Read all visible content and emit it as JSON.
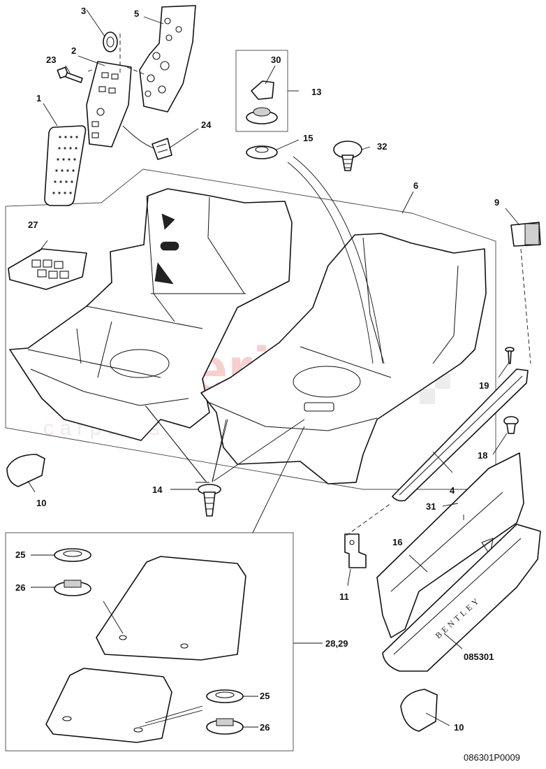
{
  "callouts": {
    "c1": "1",
    "c2": "2",
    "c3": "3",
    "c4": "4",
    "c5": "5",
    "c6": "6",
    "c9": "9",
    "c10a": "10",
    "c10b": "10",
    "c11": "11",
    "c13": "13",
    "c14": "14",
    "c15": "15",
    "c16": "16",
    "c18": "18",
    "c19": "19",
    "c23": "23",
    "c24": "24",
    "c25a": "25",
    "c25b": "25",
    "c26a": "26",
    "c26b": "26",
    "c27": "27",
    "c2829": "28,29",
    "c30": "30",
    "c31": "31",
    "c32": "32",
    "c085301": "085301"
  },
  "sill_brand": "BENTLEY",
  "watermark": {
    "main": "scuderia",
    "sub": "c a r   p a r t s",
    "color": "#f4b8b8"
  },
  "drawing_code": "086301P0009"
}
